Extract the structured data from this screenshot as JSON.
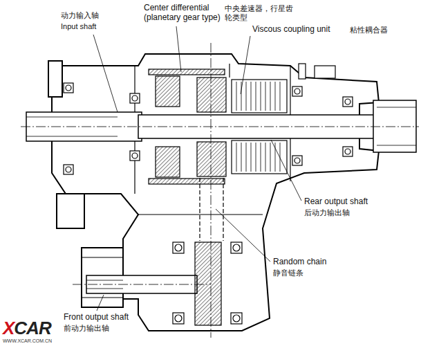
{
  "diagram": {
    "labels": [
      "动力输入轴",
      "Input shaft",
      "Center differential (planetary gear type)",
      "中央差速器，行星齿 轮类型",
      "Viscous coupling unit",
      "粘性耦合器",
      "Rear output shaft",
      "后动力输出轴",
      "Random chain",
      "静音链条",
      "Front output shaft",
      "前动力输出轴",
      "XCAR",
      "WWW.XCAR.COM.CN"
    ]
  }
}
